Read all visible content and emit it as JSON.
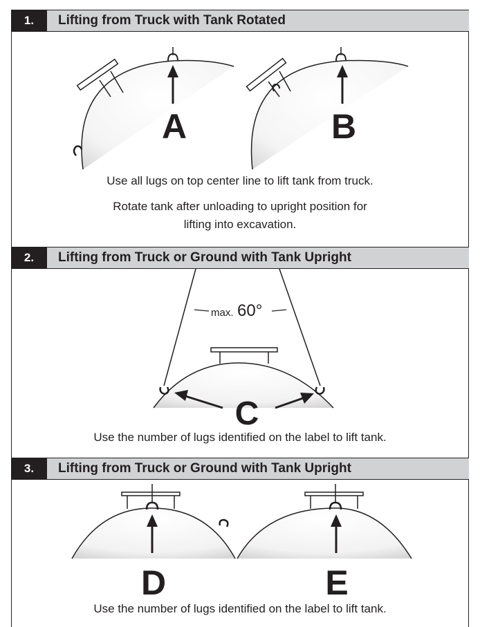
{
  "sections": [
    {
      "number": "1.",
      "title": "Lifting from Truck with Tank Rotated",
      "labels": [
        "A",
        "B"
      ],
      "captions": [
        "Use all lugs on top center line to lift tank from truck.",
        "Rotate tank after unloading to upright position for",
        "lifting into excavation."
      ]
    },
    {
      "number": "2.",
      "title": "Lifting from Truck or Ground with Tank Upright",
      "labels": [
        "C"
      ],
      "angle_prefix": "max.",
      "angle_value": "60°",
      "captions": [
        "Use the number of lugs identified on the label to lift tank."
      ]
    },
    {
      "number": "3.",
      "title": "Lifting from Truck or Ground with Tank Upright",
      "labels": [
        "D",
        "E"
      ],
      "captions": [
        "Use the number of lugs identified on the label to lift tank."
      ]
    }
  ]
}
